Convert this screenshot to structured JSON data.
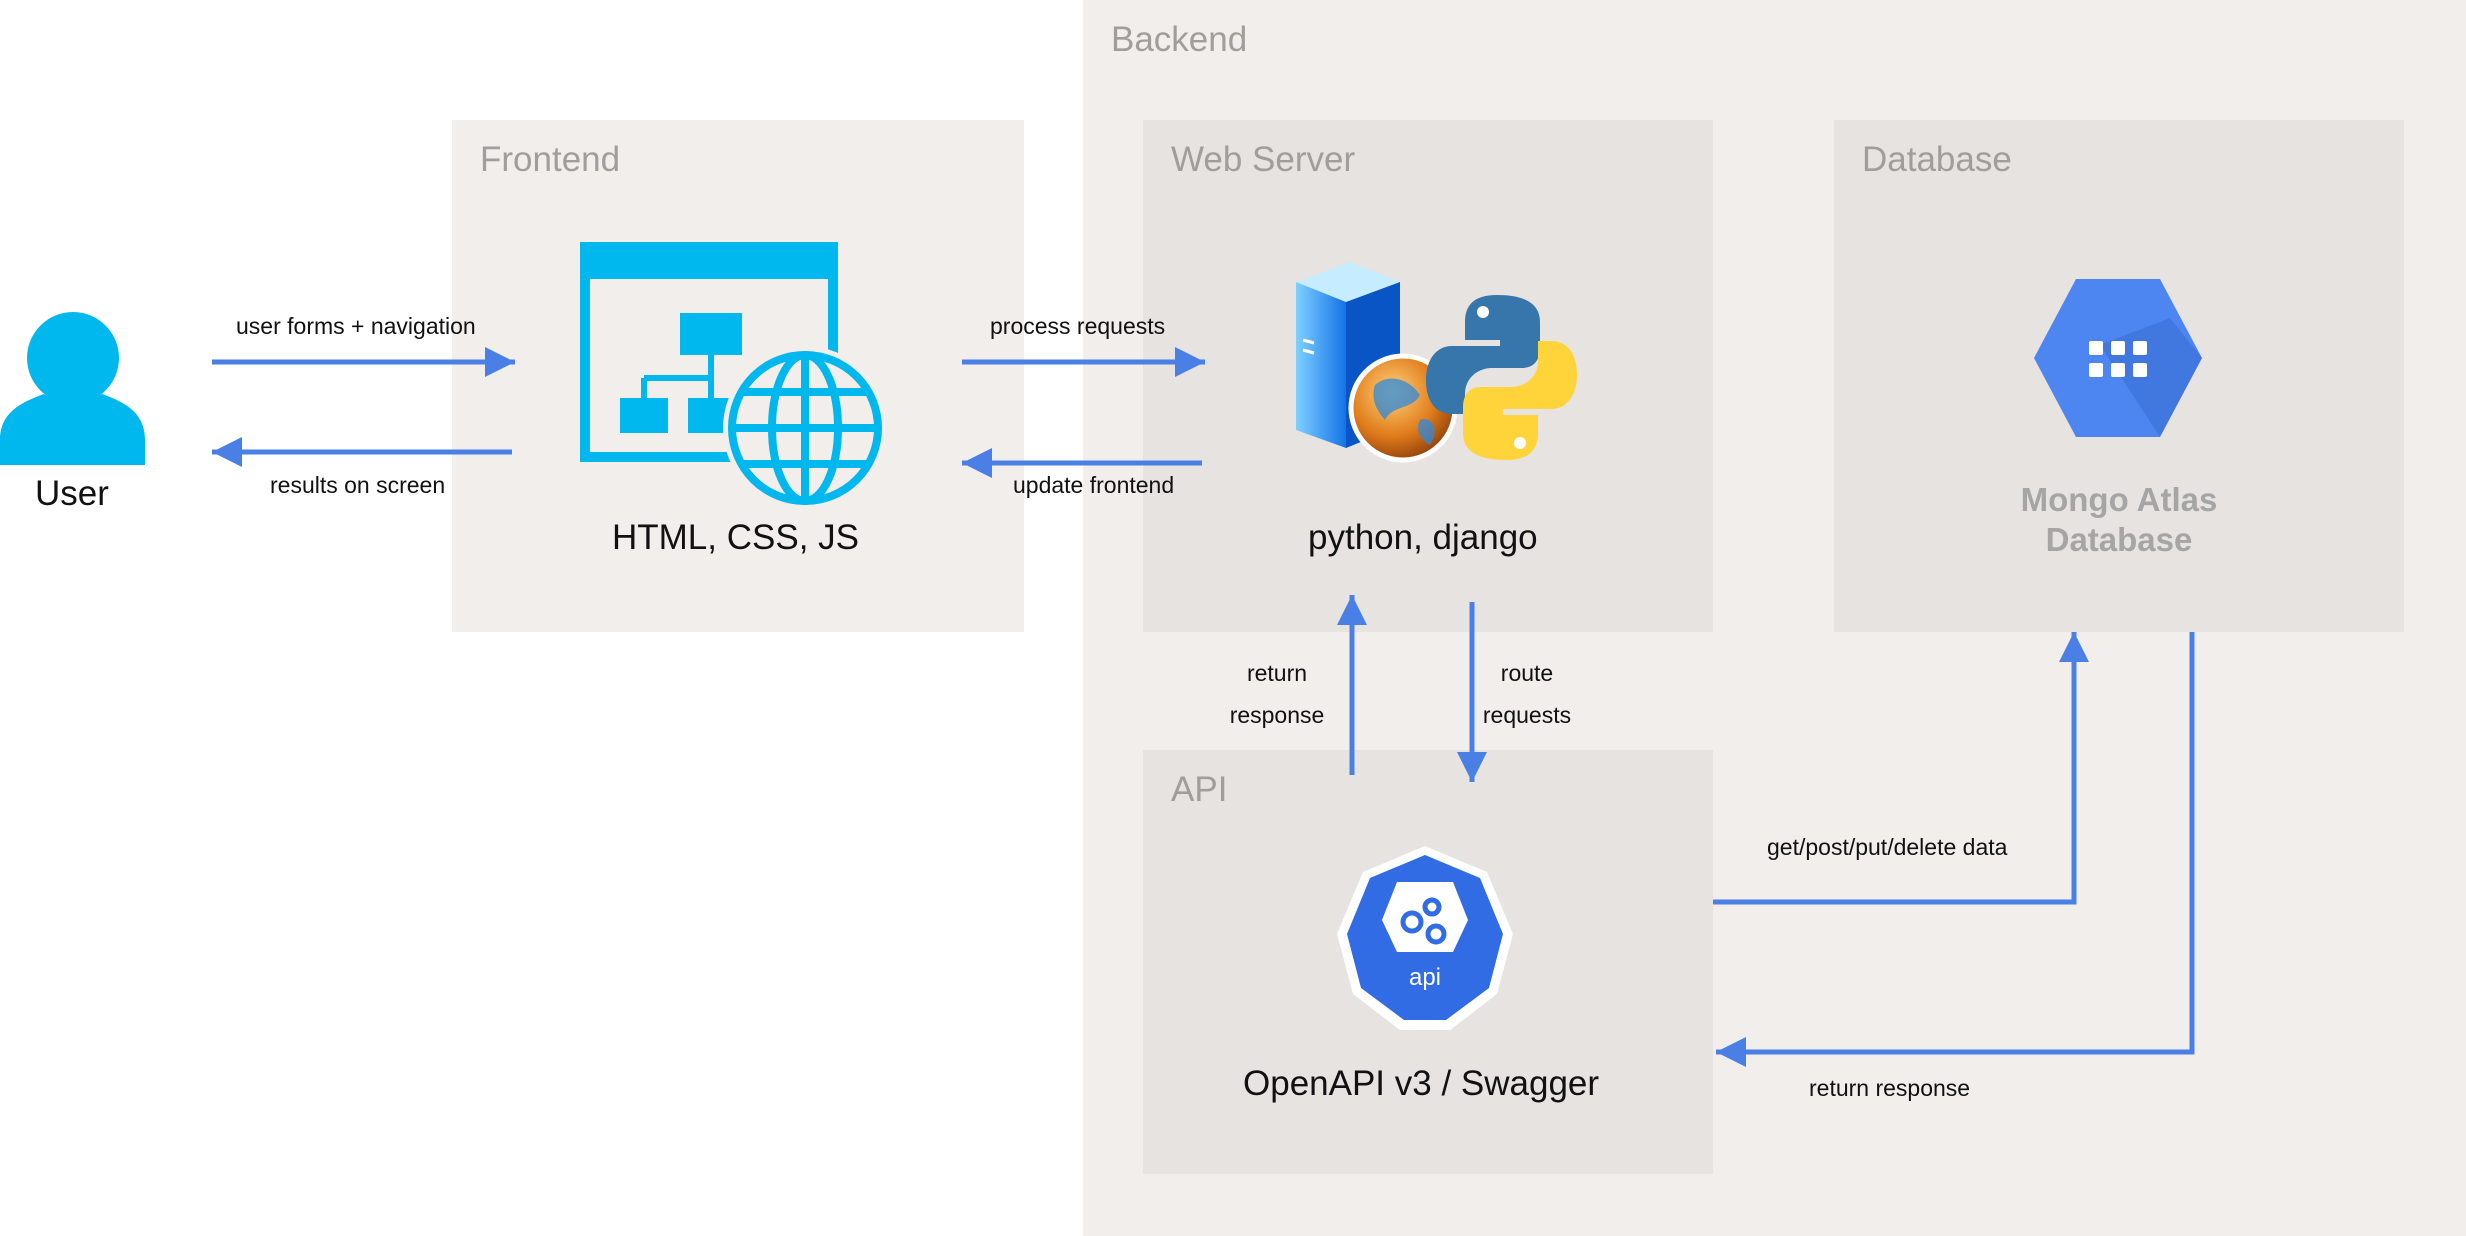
{
  "user": {
    "label": "User"
  },
  "frontend": {
    "title": "Frontend",
    "tech": "HTML, CSS, JS"
  },
  "backend": {
    "title": "Backend"
  },
  "web_server": {
    "title": "Web Server",
    "tech": "python, django"
  },
  "database": {
    "title": "Database",
    "tech_line1": "Mongo Atlas",
    "tech_line2": "Database"
  },
  "api": {
    "title": "API",
    "tech": "OpenAPI v3 / Swagger",
    "icon_text": "api"
  },
  "arrows": {
    "user_to_frontend": "user forms + navigation",
    "frontend_to_user": "results on screen",
    "frontend_to_server": "process requests",
    "server_to_frontend": "update frontend",
    "api_to_server_line1": "return",
    "api_to_server_line2": "response",
    "server_to_api_line1": "route",
    "server_to_api_line2": "requests",
    "api_to_db": "get/post/put/delete data",
    "db_to_api": "return response"
  },
  "colors": {
    "arrow": "#4a7fe6",
    "frontend_icon": "#00b8ee",
    "api_icon": "#326ce5",
    "db_icon": "#4d86f0"
  }
}
